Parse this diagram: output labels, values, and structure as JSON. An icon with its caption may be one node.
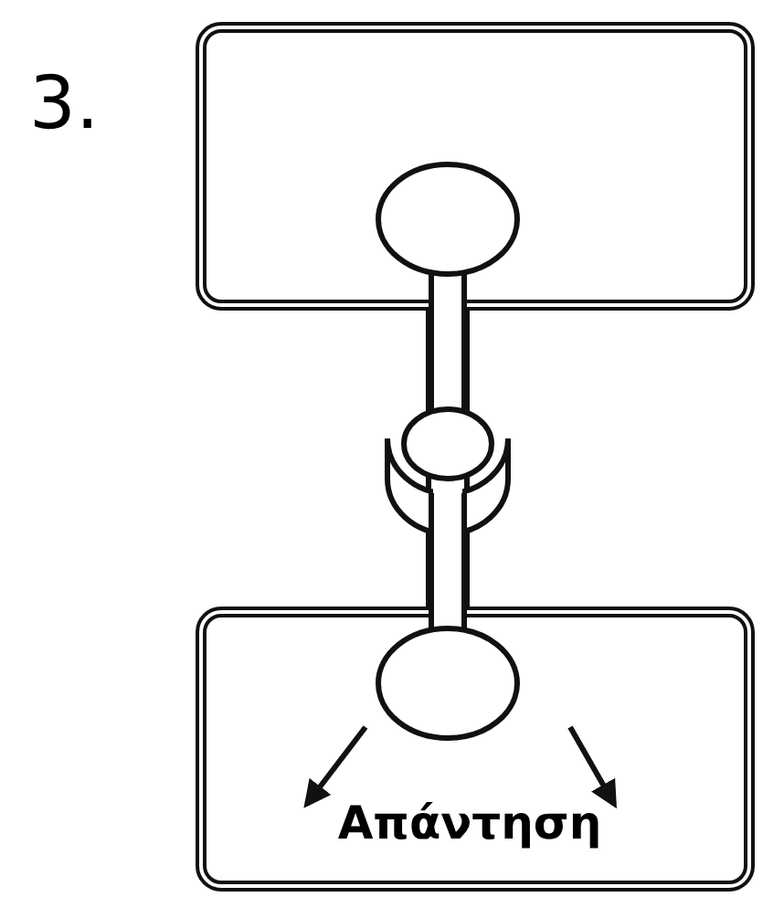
{
  "diagram": {
    "nodes": [
      {
        "text": [],
        "shape": "box"
      },
      {
        "text": [
          "Απάντηση"
        ]
      }
    ],
    "edges": [
      {
        "from": 0,
        "to": 1,
        "arrow": "none"
      }
    ],
    "labels": [
      "3."
    ]
  }
}
